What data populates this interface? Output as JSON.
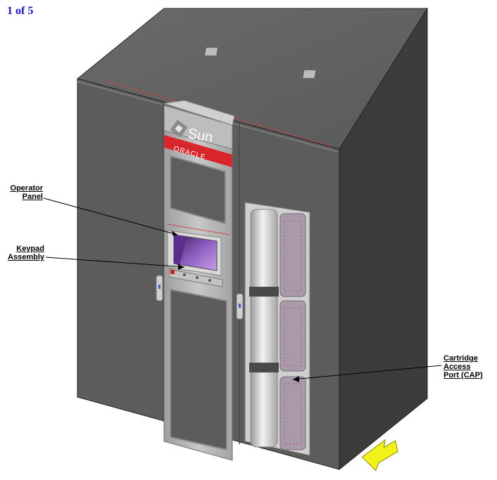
{
  "page_counter": "1 of 5",
  "brand": {
    "sun_logo_text": "Sun",
    "oracle_logo_text": "ORACLE",
    "oracle_red": "#d8262c"
  },
  "callouts": {
    "operator_panel": [
      "Operator",
      "Panel"
    ],
    "keypad_assembly": [
      "Keypad",
      "Assembly"
    ],
    "cap": [
      "Cartridge",
      "Access",
      "Port (CAP)"
    ]
  },
  "direction_arrow": {
    "color": "#f2f21a",
    "meaning": "front direction"
  },
  "colors": {
    "cabinet_front": "#5e5e5e",
    "cabinet_side": "#3b3b3b",
    "cabinet_top": "#6c6c6c",
    "door_frame": "#b4b4b4",
    "display_purple": "#7a4ea0"
  }
}
